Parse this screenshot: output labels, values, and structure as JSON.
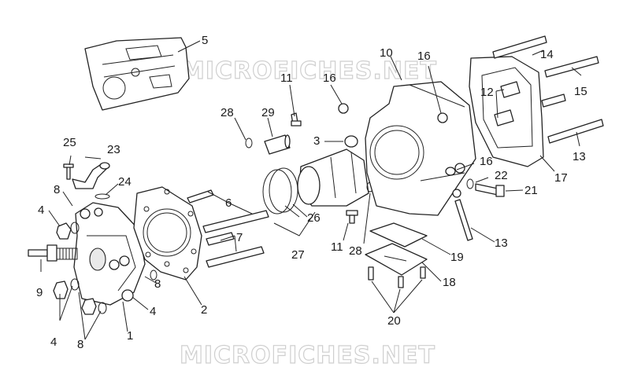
{
  "watermark": "MICROFICHES.NET",
  "callouts": [
    "1",
    "2",
    "3",
    "4",
    "5",
    "6",
    "7",
    "8",
    "9",
    "10",
    "11",
    "12",
    "13",
    "14",
    "15",
    "16",
    "17",
    "18",
    "19",
    "20",
    "21",
    "22",
    "23",
    "24",
    "25",
    "26",
    "27",
    "28",
    "29"
  ]
}
